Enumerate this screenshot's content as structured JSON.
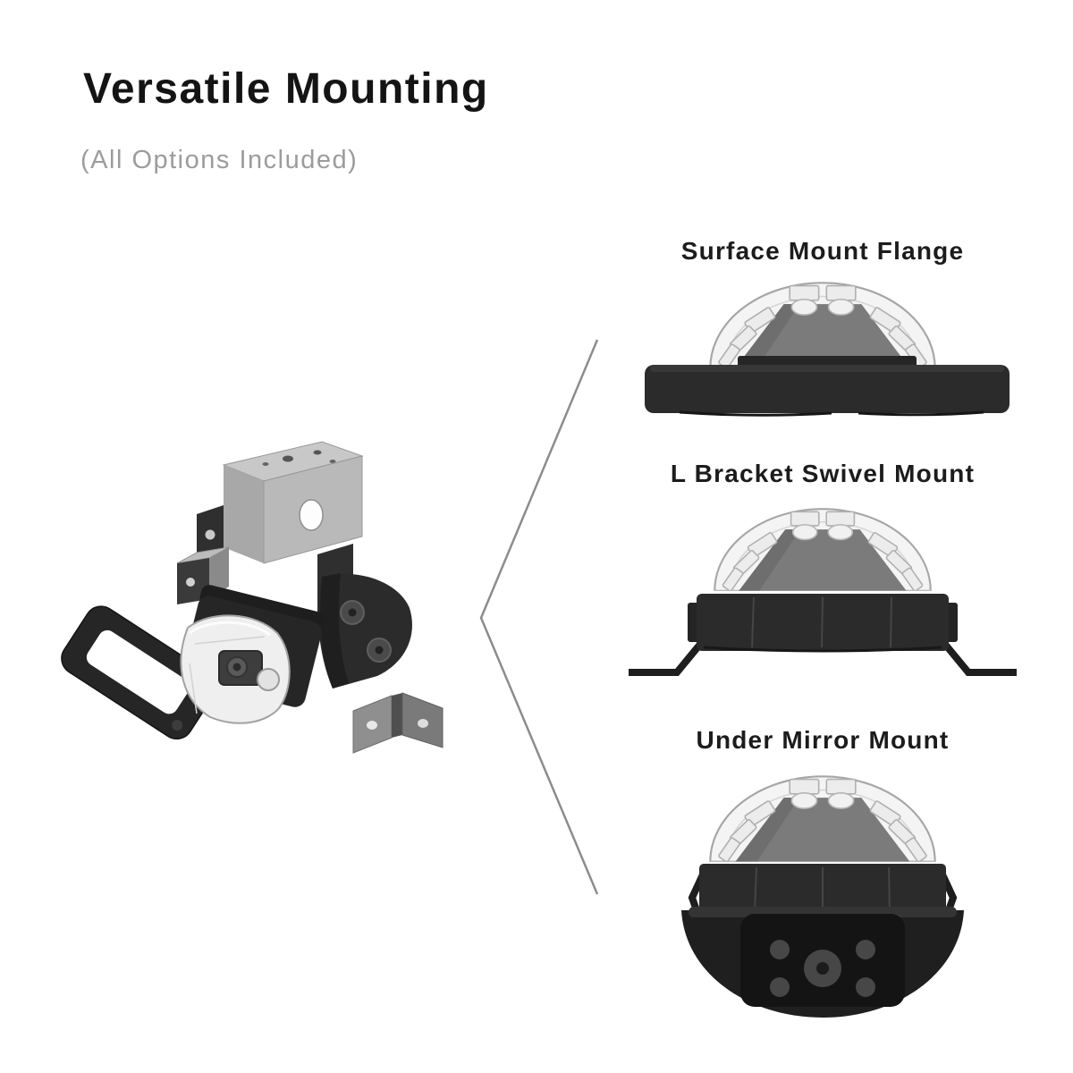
{
  "header": {
    "title": "Versatile Mounting",
    "subtitle": "(All Options Included)"
  },
  "options": [
    {
      "label": "Surface Mount Flange",
      "illustration": "surface-mount-flange-render"
    },
    {
      "label": "L Bracket Swivel Mount",
      "illustration": "l-bracket-swivel-mount-render"
    },
    {
      "label": "Under Mirror Mount",
      "illustration": "under-mirror-mount-render"
    }
  ],
  "exploded_view": {
    "illustration": "exploded-parts-render",
    "parts": [
      "rubber-gasket-frame",
      "light-module",
      "z-mount-bracket",
      "small-l-bracket",
      "swivel-end-cap",
      "angle-bracket"
    ]
  },
  "connector": {
    "shape": "chevron-left",
    "color": "#8c8c8c"
  },
  "colors": {
    "background": "#ffffff",
    "title": "#141414",
    "subtitle": "#9c9c9c",
    "label": "#1c1c1c",
    "product_black": "#2b2b2b",
    "inner_panel_gray": "#7b7b7b",
    "lens_fill": "#f4f4f4",
    "lens_stroke": "#a6a6a6"
  }
}
